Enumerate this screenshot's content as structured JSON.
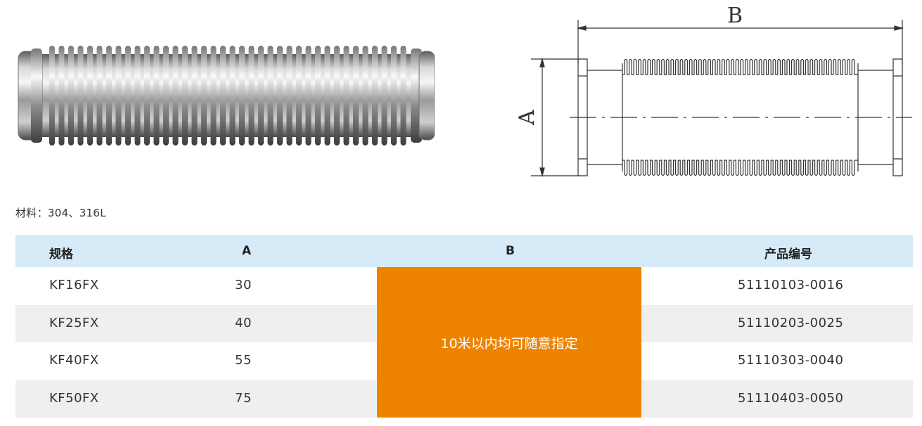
{
  "drawing": {
    "dim_a": "A",
    "dim_b": "B"
  },
  "material": "材料：304、316L",
  "table": {
    "headers": [
      "规格",
      "A",
      "B",
      "产品编号"
    ],
    "rows": [
      {
        "spec": "KF16FX",
        "a": "30",
        "code": "51110103-0016"
      },
      {
        "spec": "KF25FX",
        "a": "40",
        "code": "51110203-0025"
      },
      {
        "spec": "KF40FX",
        "a": "55",
        "code": "51110303-0040"
      },
      {
        "spec": "KF50FX",
        "a": "75",
        "code": "51110403-0050"
      }
    ],
    "b_value": "10米以内均可随意指定"
  },
  "colors": {
    "header_bg": "#d6ebf7",
    "stripe_bg": "#efefef",
    "highlight": "#ee8302"
  }
}
